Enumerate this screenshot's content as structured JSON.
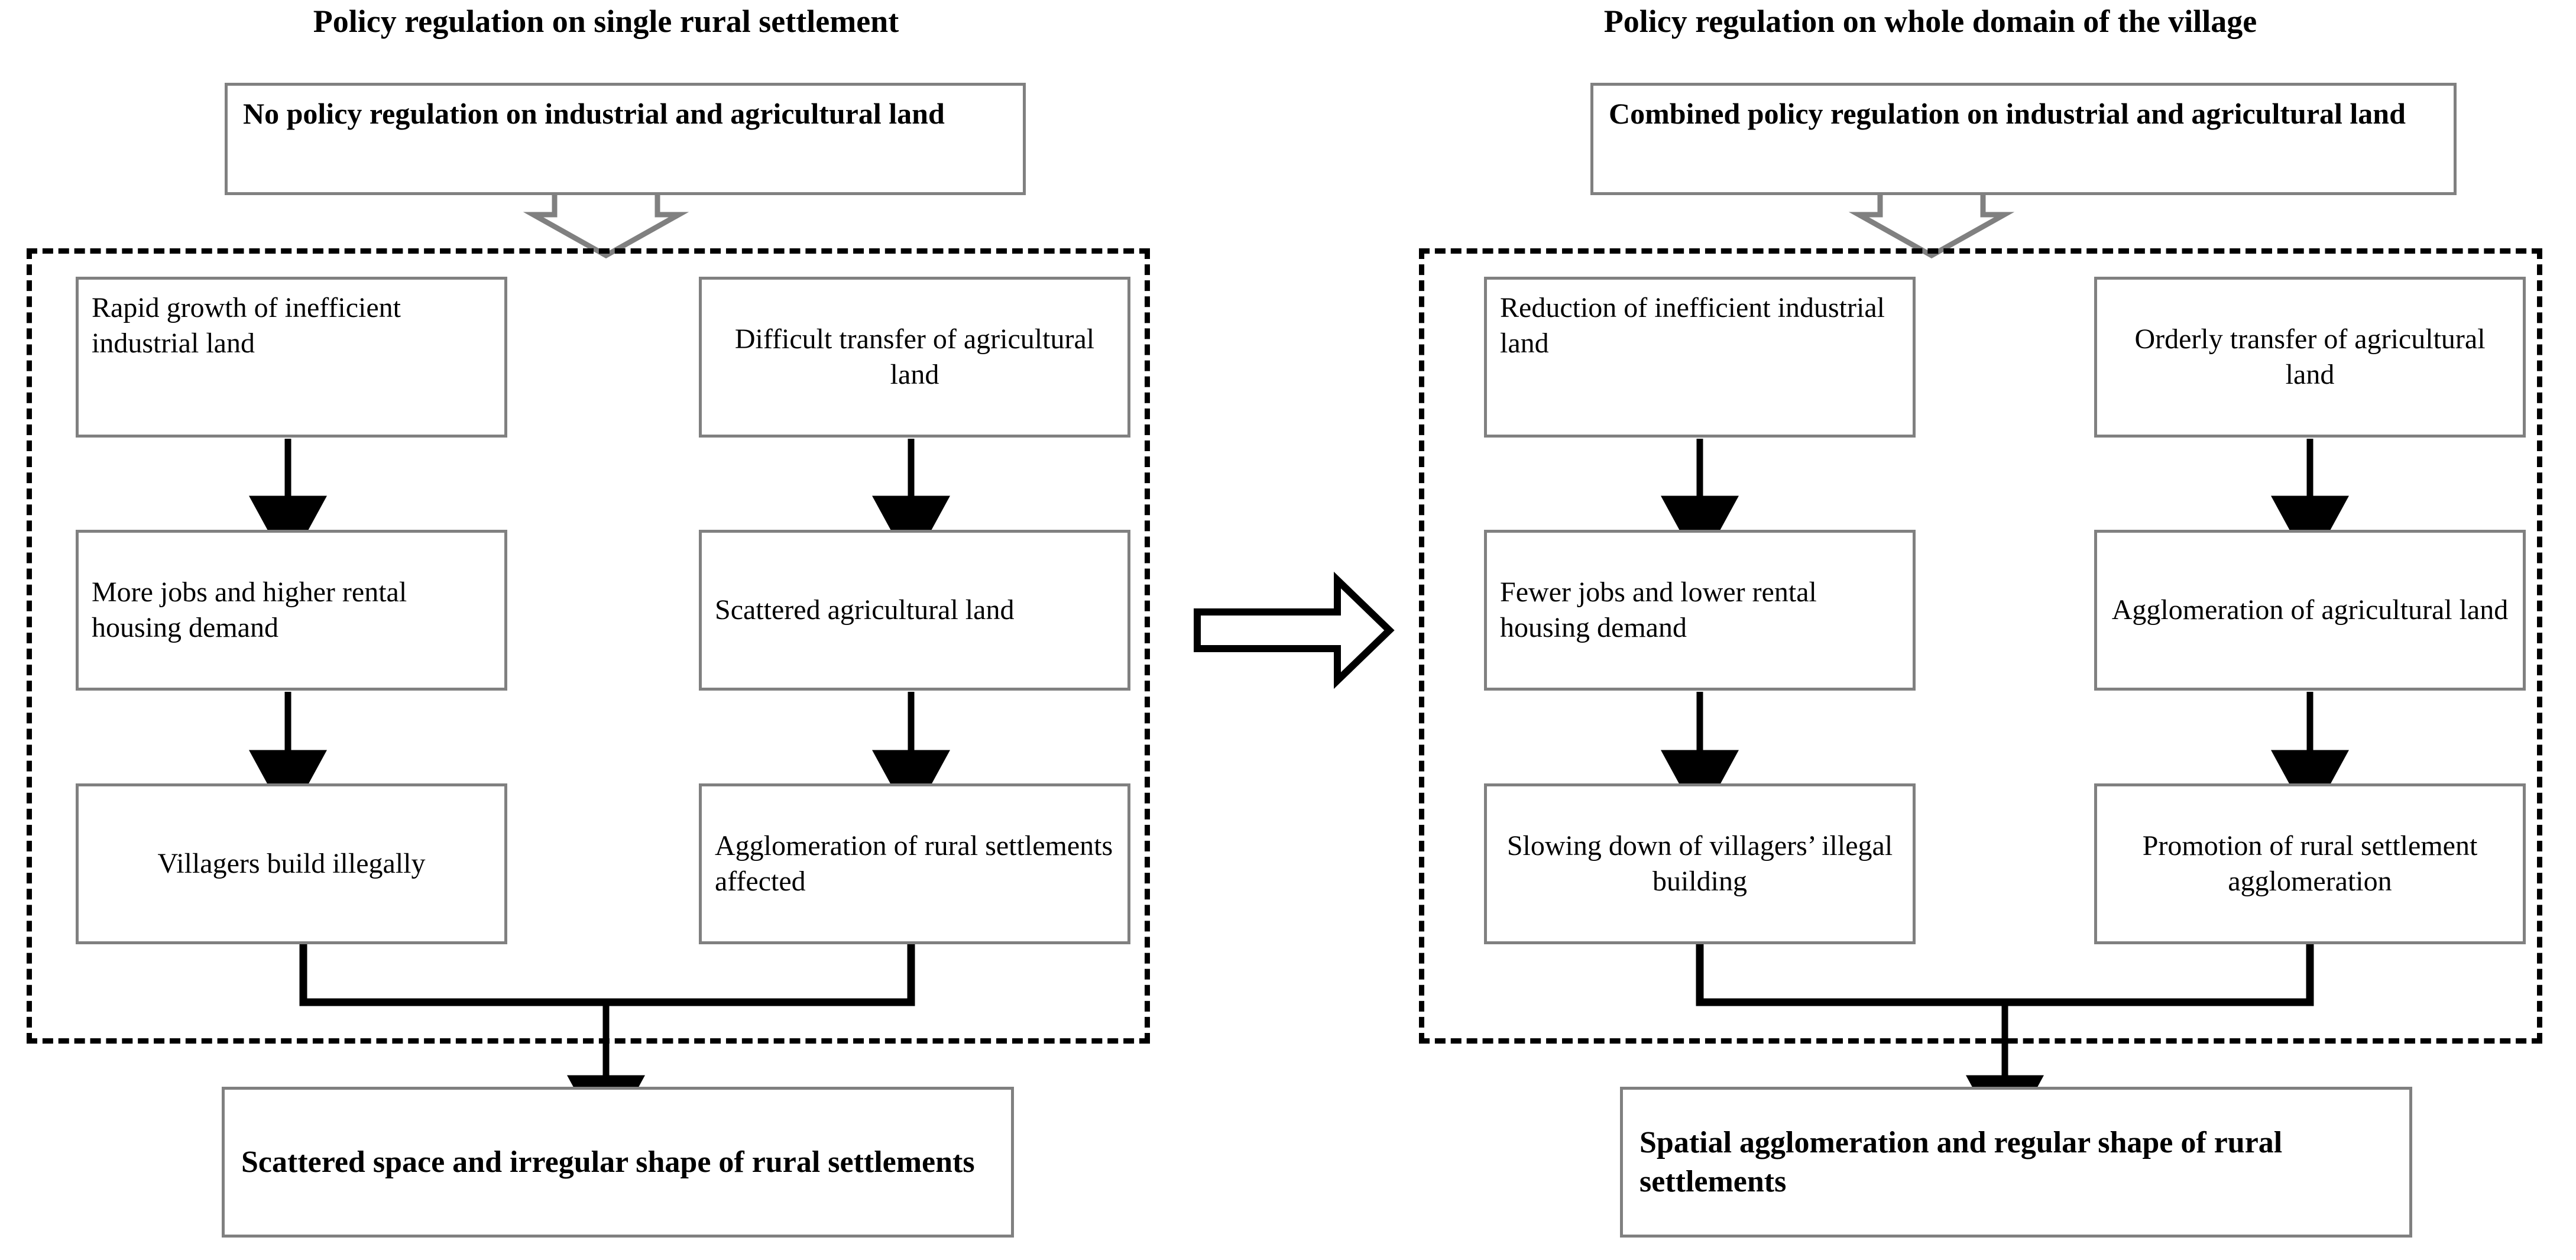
{
  "diagram": {
    "title_left": "Policy regulation on single rural settlement",
    "title_right": "Policy regulation on whole domain of the village",
    "transition_arrow": "right-block-arrow"
  },
  "left_panel": {
    "header": "Policy regulation on single rural settlement",
    "policy_box": "No policy regulation on industrial and agricultural land",
    "columns": [
      {
        "name": "industrial-chain",
        "steps": [
          "Rapid growth of inefficient industrial land",
          "More jobs and higher rental housing demand",
          "Villagers build illegally"
        ]
      },
      {
        "name": "agricultural-chain",
        "steps": [
          "Difficult transfer of agricultural land",
          "Scattered agricultural land",
          "Agglomeration of rural settlements affected"
        ]
      }
    ],
    "result": "Scattered  space and irregular shape of rural settlements"
  },
  "right_panel": {
    "header": "Policy regulation on whole domain of the village",
    "policy_box": "Combined policy regulation on industrial and agricultural land",
    "columns": [
      {
        "name": "industrial-chain",
        "steps": [
          "Reduction of inefficient industrial land",
          "Fewer jobs and lower rental housing demand",
          "Slowing down of villagers’ illegal building"
        ]
      },
      {
        "name": "agricultural-chain",
        "steps": [
          "Orderly transfer of agricultural land",
          "Agglomeration of agricultural land",
          "Promotion of rural settlement agglomeration"
        ]
      }
    ],
    "result": "Spatial agglomeration and regular shape of rural settlements"
  },
  "colors": {
    "box_border": "#808080",
    "dashed_border": "#000000",
    "connector": "#000000",
    "hollow_arrow": "#808080",
    "transition_arrow": "#000000",
    "text": "#000000",
    "background": "#ffffff"
  }
}
